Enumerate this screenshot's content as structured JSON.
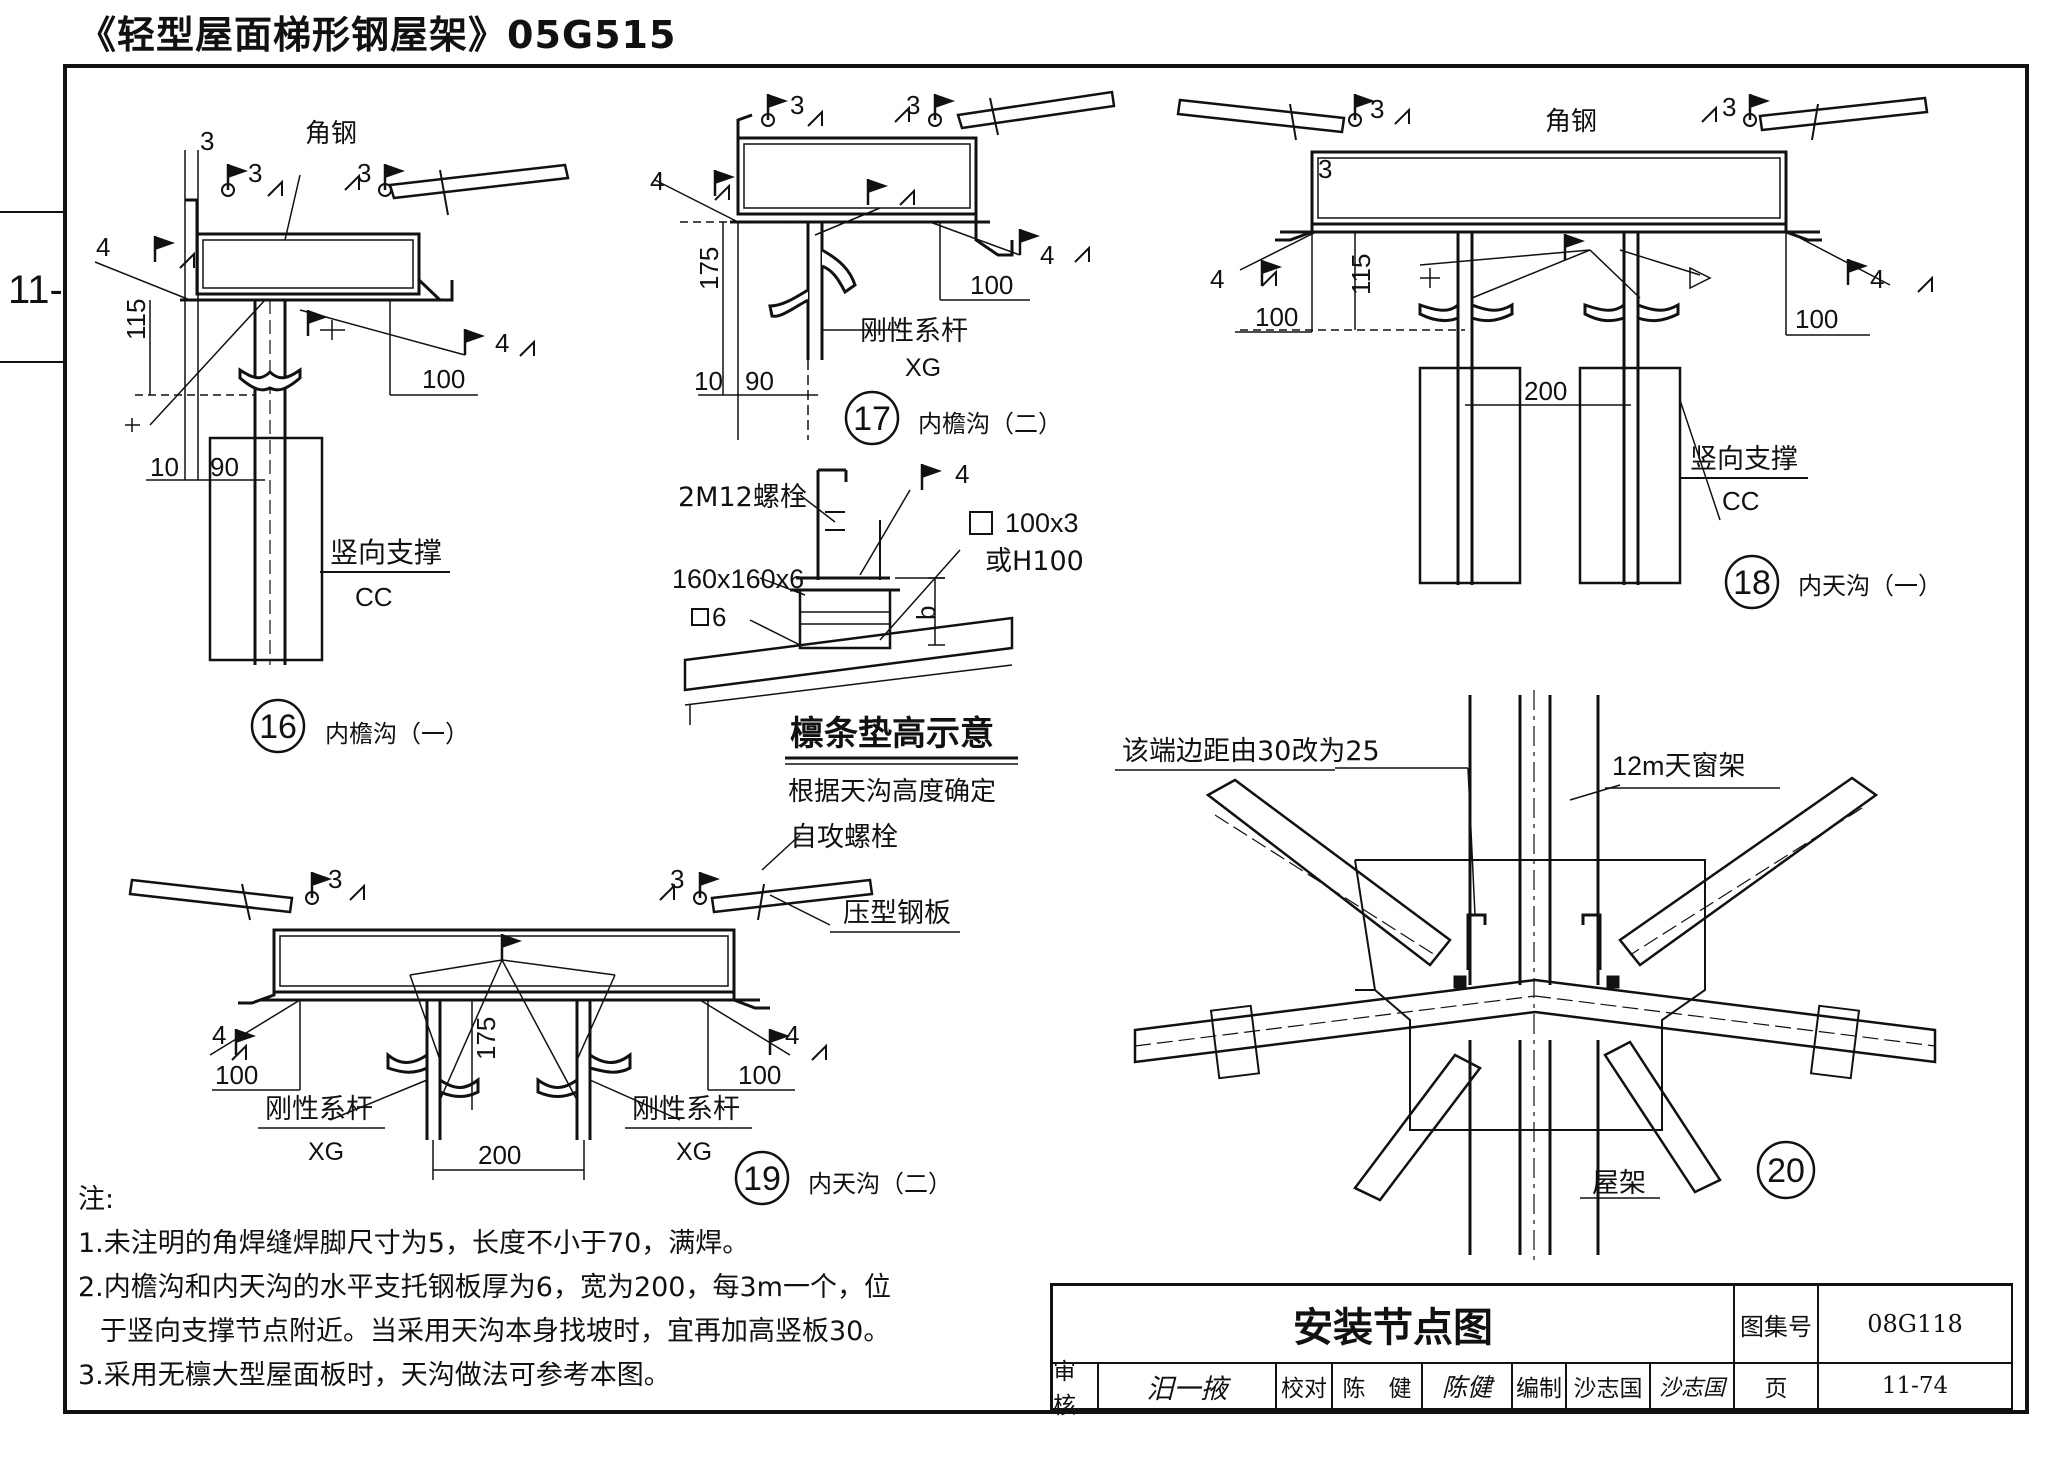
{
  "header": {
    "title": "《轻型屋面梯形钢屋架》05G515"
  },
  "side_label": "11-",
  "diagrams": {
    "d16": {
      "num": "16",
      "caption": "内檐沟（一）",
      "angle": "角钢",
      "brace": "竖向支撑",
      "brace_code": "CC",
      "w3a": "3",
      "w3b": "3",
      "w3c": "3",
      "w4a": "4",
      "w4b": "4",
      "dim115": "115",
      "dim100": "100",
      "dim10": "10",
      "dim90": "90"
    },
    "d17": {
      "num": "17",
      "caption": "内檐沟（二）",
      "rigid": "刚性系杆",
      "rigid_code": "XG",
      "w3a": "3",
      "w3b": "3",
      "w4a": "4",
      "w4b": "4",
      "dim175": "175",
      "dim100": "100",
      "dim10": "10",
      "dim90": "90"
    },
    "d18": {
      "num": "18",
      "caption": "内天沟（一）",
      "angle": "角钢",
      "brace": "竖向支撑",
      "brace_code": "CC",
      "w3a": "3",
      "w3b": "3",
      "w3c": "3",
      "w4a": "4",
      "w4b": "4",
      "dim115": "115",
      "dim100a": "100",
      "dim100b": "100",
      "dim200": "200"
    },
    "purlin": {
      "title": "檩条垫高示意",
      "sub": "根据天沟高度确定",
      "bolt": "2M12螺栓",
      "plate": "160x160x6",
      "rib": "6",
      "tube": "100x3",
      "alt": "或H100",
      "w4": "4",
      "b": "b"
    },
    "d19": {
      "num": "19",
      "caption": "内天沟（二）",
      "screw": "自攻螺栓",
      "sheet": "压型钢板",
      "rigid_l": "刚性系杆",
      "rigid_l_code": "XG",
      "rigid_r": "刚性系杆",
      "rigid_r_code": "XG",
      "w3a": "3",
      "w3b": "3",
      "w4a": "4",
      "w4b": "4",
      "dim175": "175",
      "dim100a": "100",
      "dim100b": "100",
      "dim200": "200"
    },
    "d20": {
      "num": "20",
      "note": "该端边距由30改为25",
      "frame": "12m天窗架",
      "truss": "屋架"
    }
  },
  "notes": {
    "head": "注:",
    "l1": "1.未注明的角焊缝焊脚尺寸为5，长度不小于70，满焊。",
    "l2": "2.内檐沟和内天沟的水平支托钢板厚为6，宽为200，每3m一个，位",
    "l3": "于竖向支撑节点附近。当采用天沟本身找坡时，宜再加高竖板30。",
    "l4": "3.采用无檩大型屋面板时，天沟做法可参考本图。"
  },
  "title_block": {
    "title": "安装节点图",
    "atlas_label": "图集号",
    "atlas_no": "08G118",
    "review": "审核",
    "review_sig": "汨一掖",
    "check": "校对",
    "check_name": "陈　健",
    "check_sig": "陈健",
    "draw": "编制",
    "draw_name": "沙志国",
    "draw_sig": "沙志国",
    "page_label": "页",
    "page_no": "11-74"
  }
}
